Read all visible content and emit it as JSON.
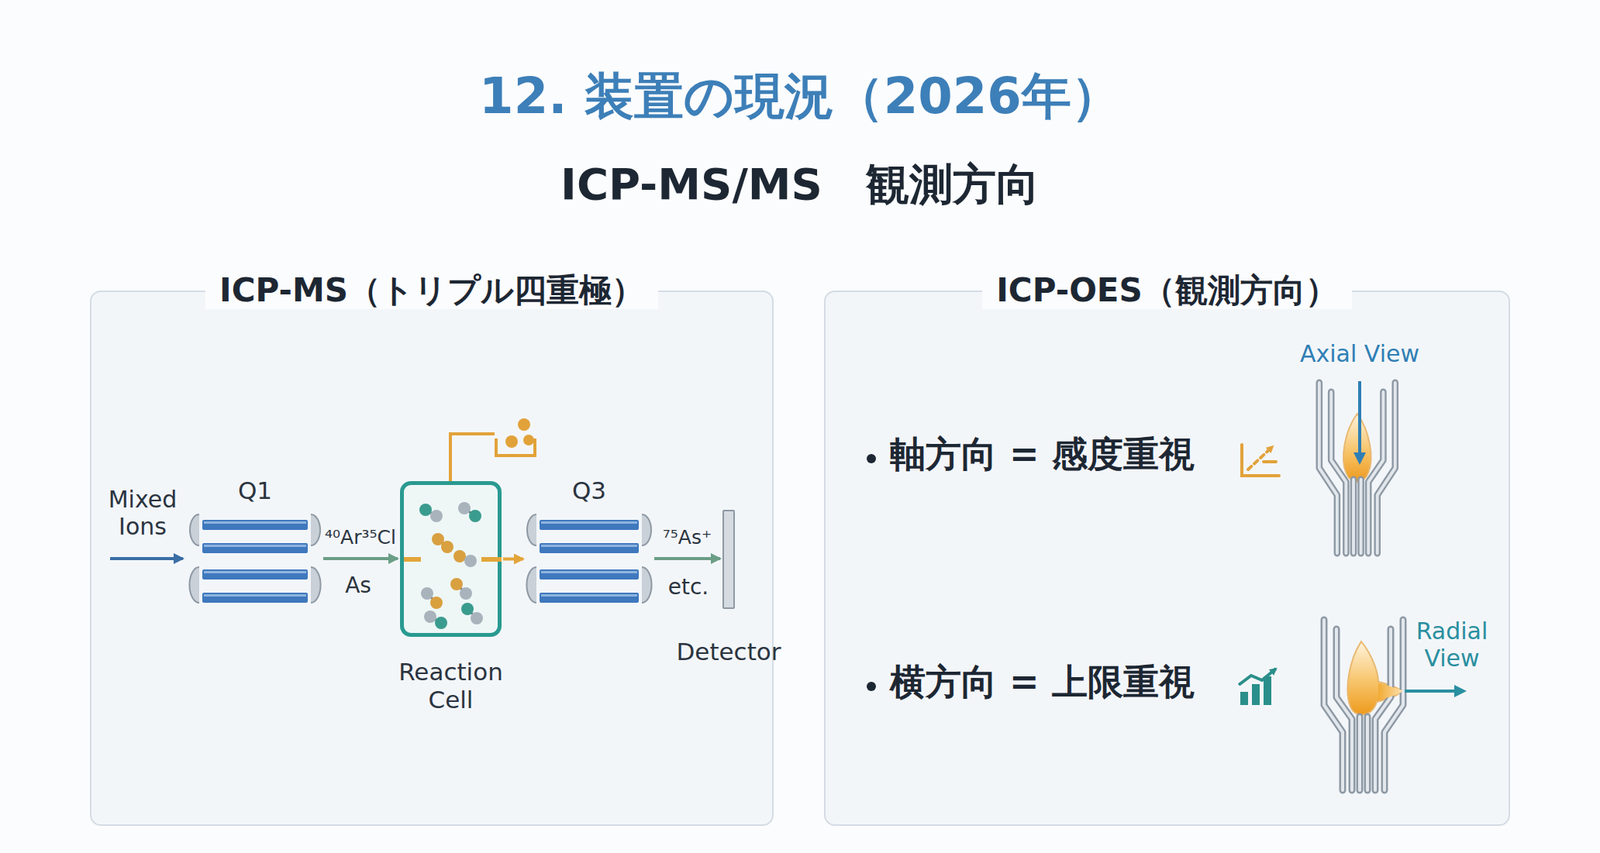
{
  "diagram": {
    "title": "12. 装置の現況（2026年）",
    "nodes": [
      {
        "text": [
          "ICP-MS（トリプル四重極）"
        ]
      },
      {
        "text": [
          "Q1"
        ],
        "in": 0
      },
      {
        "text": [
          "Reaction Cell"
        ],
        "in": 0
      },
      {
        "text": [
          "Q3"
        ],
        "in": 0
      },
      {
        "text": [
          "Detector"
        ],
        "in": 0
      },
      {
        "text": [
          "ICP-OES（観測方向）"
        ]
      }
    ],
    "edges": [
      {
        "from": 1,
        "to": 2,
        "arrow": "to",
        "label": "⁴⁰Ar³⁵Cl"
      },
      {
        "from": 2,
        "to": 3,
        "arrow": "to"
      },
      {
        "from": 3,
        "to": 4,
        "arrow": "to",
        "label": "⁷⁵As⁺"
      }
    ],
    "labels": [
      "ICP-MS/MS　観測方向",
      "Mixed Ions",
      "As",
      "etc.",
      "軸方向 = 感度重視",
      "Axial View",
      "横方向 = 上限重視",
      "Radial View"
    ]
  }
}
